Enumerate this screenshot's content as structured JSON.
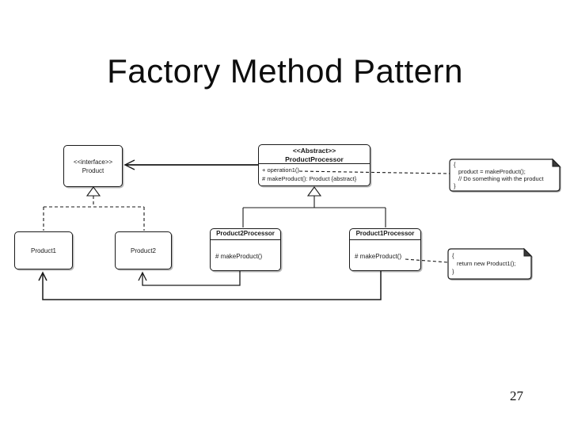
{
  "slide": {
    "title": "Factory Method Pattern",
    "page_number": "27"
  },
  "colors": {
    "stroke": "#1a1a1a",
    "background": "#ffffff"
  },
  "diagram": {
    "interface_box": {
      "stereotype": "<<interface>>",
      "name": "Product"
    },
    "abstract_box": {
      "stereotype": "<<Abstract>>",
      "name": "ProductProcessor",
      "op1": "+ operation1()",
      "op2": "# makeProduct(): Product {abstract}"
    },
    "product1_box": {
      "name": "Product1"
    },
    "product2_box": {
      "name": "Product2"
    },
    "processor2_box": {
      "name": "Product2Processor",
      "op1": "# makeProduct()"
    },
    "processor1_box": {
      "name": "Product1Processor",
      "op1": "# makeProduct()"
    },
    "note_top": {
      "open": "{",
      "line1": "product = makeProduct();",
      "line2": "// Do something with the product",
      "close": "}"
    },
    "note_bottom": {
      "open": "{",
      "line1": "return new Product1();",
      "close": "}"
    }
  }
}
